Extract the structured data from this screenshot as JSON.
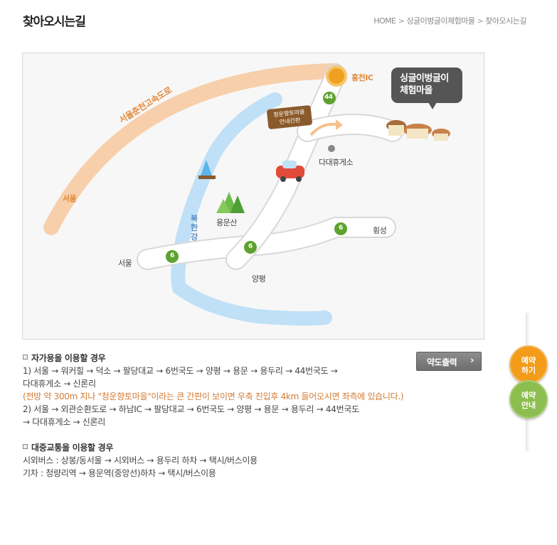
{
  "page": {
    "title": "찾아오시는길",
    "breadcrumb": [
      "HOME",
      "싱글이벙글이체험마을",
      "찾아오시는길"
    ]
  },
  "map": {
    "labels": {
      "expressway": "서울춘천고속도로",
      "seoul_left": "서울",
      "seoul_bottom": "서울",
      "ic": "홍천IC",
      "river": "북한강",
      "mountain": "용문산",
      "rest_area": "다대휴게소",
      "yangpyeong": "양평",
      "hoengseong": "횡성"
    },
    "route_numbers": {
      "r44": "44",
      "r6a": "6",
      "r6b": "6",
      "r6c": "6"
    },
    "bubble": [
      "싱글이벙글이",
      "체험마을"
    ],
    "sign": [
      "청운향토마을",
      "안내간판"
    ],
    "colors": {
      "road": "#ffffff",
      "river": "#bfe0f7",
      "expressway": "#f6c69a",
      "route_badge": "#5da22f",
      "ic": "#f0a020"
    }
  },
  "print_button": {
    "label": "약도출력",
    "icon": "chevron-right-icon"
  },
  "car_section": {
    "title": "자가용을 이용할 경우",
    "lines": [
      "1) 서울 → 워커힐 → 덕소 → 팔당대교 → 6번국도 → 양평 → 용문 → 용두리 → 44번국도 →",
      "다대휴게소 → 신론리"
    ],
    "note": "(전방 약 300m 지나 \"청운향토마을\"이라는 큰 간판이 보이면 우축 진입후 4km 들어오시면 좌측에 있습니다.)",
    "lines2": [
      "2) 서울 → 외관순환도로 → 하남IC → 팔당대교 → 6번국도 → 양평 → 용문 → 용두리 → 44번국도",
      "→ 다대휴게소 → 신론리"
    ]
  },
  "transit_section": {
    "title": "대중교통을 이용할 경우",
    "lines": [
      "시외버스 : 상봉/동서울 → 시외버스 → 용두리 하차 → 택시/버스이용",
      "기차 : 청량리역 → 용문역(중앙선)하차 → 택시/버스이용"
    ]
  },
  "quick_menu": {
    "reserve": [
      "예약",
      "하기"
    ],
    "guide": [
      "예약",
      "안내"
    ]
  }
}
